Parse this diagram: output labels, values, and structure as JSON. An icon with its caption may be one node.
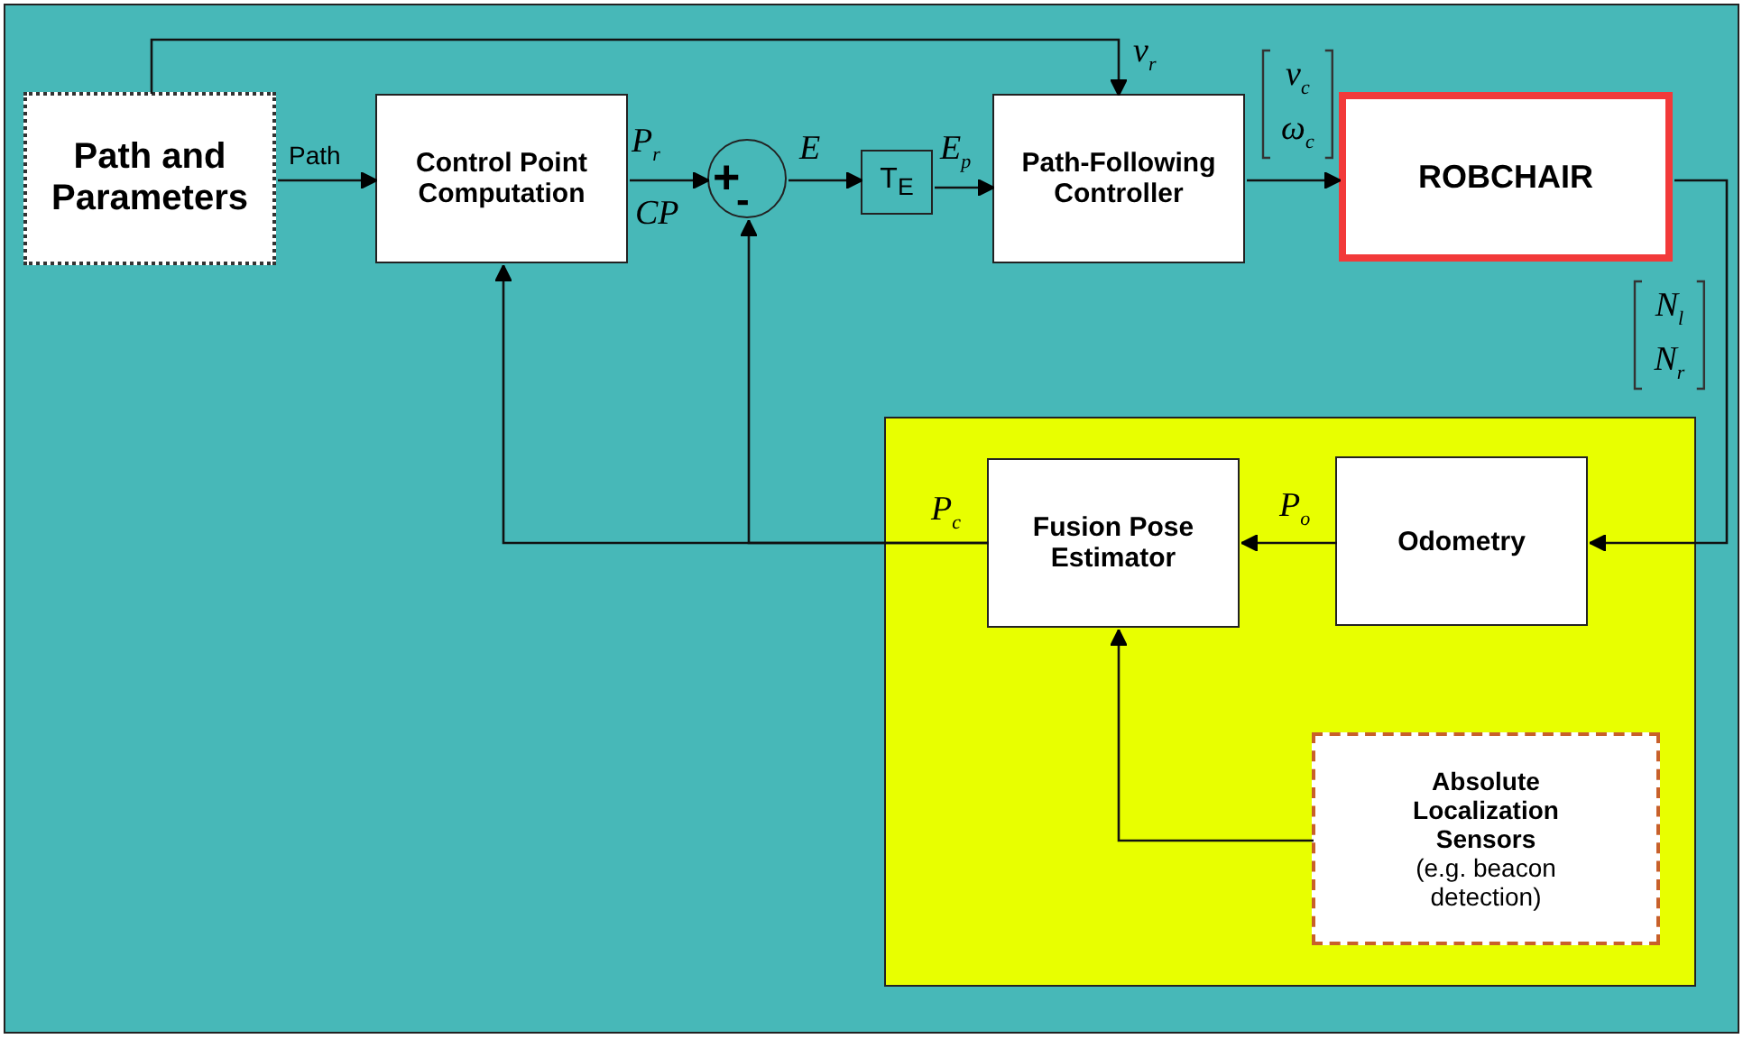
{
  "diagram": {
    "nodes": [
      {
        "text": [
          "Path and Parameters"
        ]
      },
      {
        "text": [
          "Control Point Computation"
        ]
      },
      {
        "text": [
          "+",
          "-"
        ]
      },
      {
        "text": [
          "T$_{E}$"
        ]
      },
      {
        "text": [
          "Path-Following Controller"
        ]
      },
      {
        "text": [
          "ROBCHAIR"
        ]
      },
      {
        "text": [],
        "shape": "box"
      },
      {
        "text": [
          "Fusion Pose Estimator"
        ],
        "in": 6
      },
      {
        "text": [
          "Odometry"
        ],
        "in": 6
      },
      {
        "text": [
          "Absolute Localization Sensors",
          "(e.g. beacon detection)"
        ],
        "in": 6
      }
    ],
    "edges": [
      {
        "from": 0,
        "to": 1,
        "arrow": "to",
        "label": "Path"
      },
      {
        "from": 1,
        "to": 2,
        "arrow": "to",
        "label": "P$_{r}$"
      },
      {
        "from": 2,
        "to": 3,
        "arrow": "to",
        "label": "E"
      },
      {
        "from": 3,
        "to": 4,
        "arrow": "to",
        "label": "E$_{p}$"
      },
      {
        "from": 0,
        "to": 4,
        "arrow": "to",
        "label": "v$_{r}$"
      },
      {
        "from": 4,
        "to": 5,
        "arrow": "to",
        "label": "v$_{c}$ ω$_{c}$"
      },
      {
        "from": 5,
        "to": 8,
        "arrow": "to",
        "label": "N$_{l}$ N$_{r}$"
      },
      {
        "from": 8,
        "to": 7,
        "arrow": "to",
        "label": "P$_{o}$"
      },
      {
        "from": 7,
        "to": 1,
        "arrow": "to",
        "label": "P$_{c}$"
      },
      {
        "from": 7,
        "to": 2,
        "arrow": "to"
      },
      {
        "from": 9,
        "to": 7,
        "arrow": "to"
      }
    ],
    "labels": [
      "CP"
    ]
  }
}
